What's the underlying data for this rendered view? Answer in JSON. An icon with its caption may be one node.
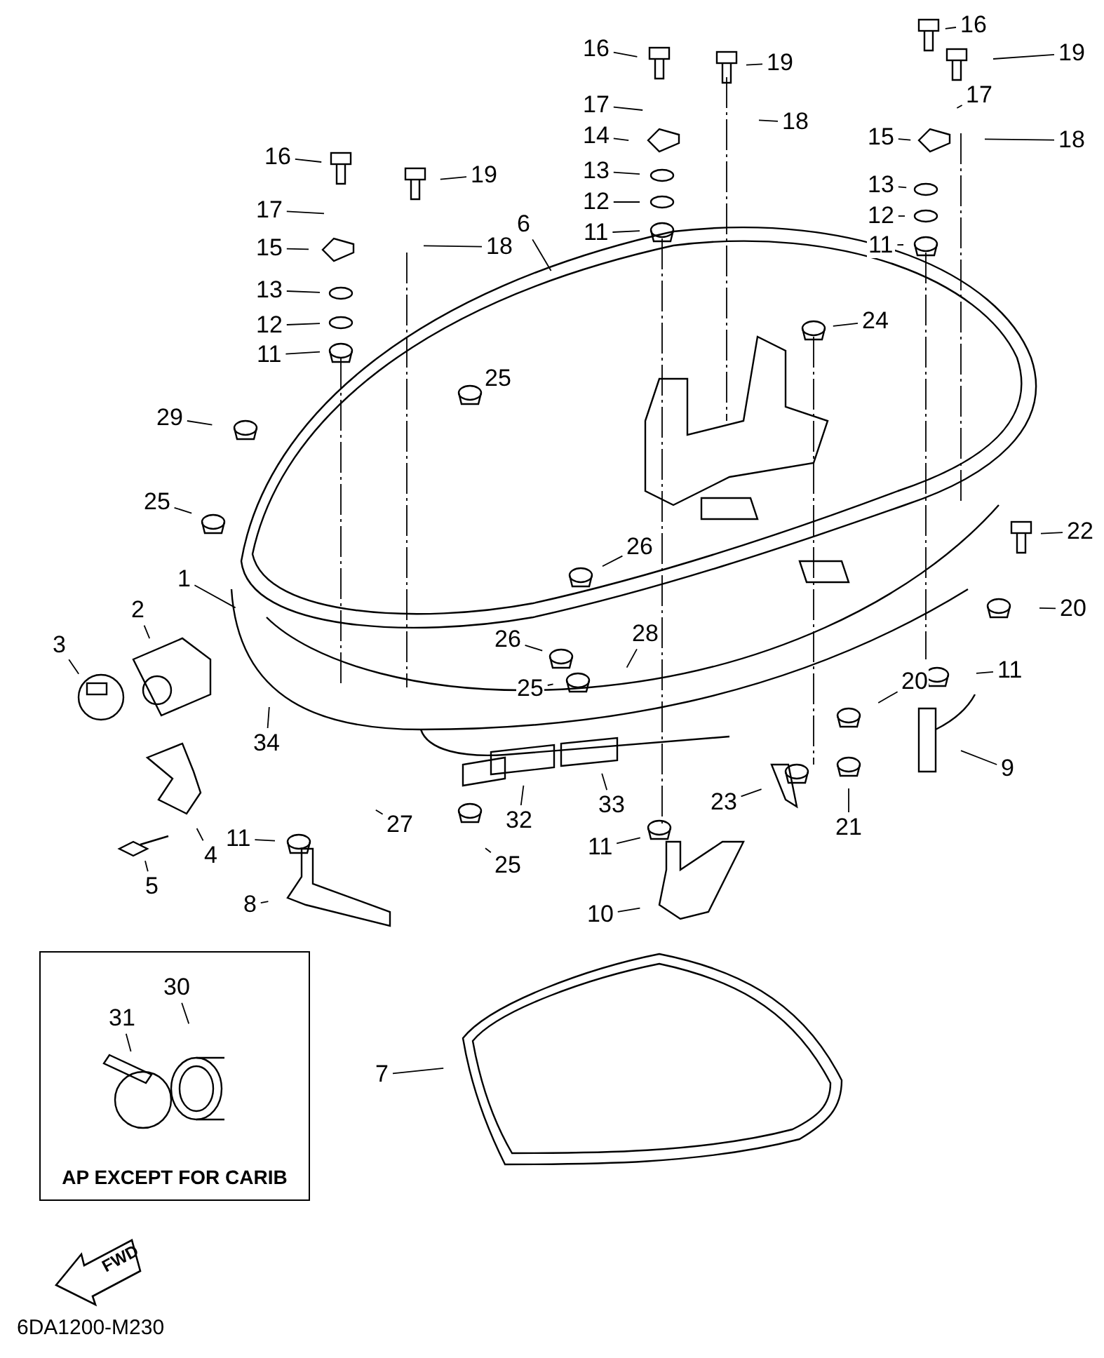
{
  "diagram": {
    "nodes": [
      {
        "text": [
          "16"
        ]
      },
      {
        "text": [
          "19"
        ]
      },
      {
        "text": [
          "17"
        ]
      },
      {
        "text": [
          "18"
        ]
      },
      {
        "text": [
          "14"
        ]
      },
      {
        "text": [
          "13"
        ]
      },
      {
        "text": [
          "12"
        ]
      },
      {
        "text": [
          "11"
        ]
      },
      {
        "text": [
          "16"
        ]
      },
      {
        "text": [
          "19"
        ]
      },
      {
        "text": [
          "17"
        ]
      },
      {
        "text": [
          "18"
        ]
      },
      {
        "text": [
          "15"
        ]
      },
      {
        "text": [
          "13"
        ]
      },
      {
        "text": [
          "12"
        ]
      },
      {
        "text": [
          "11"
        ]
      },
      {
        "text": [
          "16"
        ]
      },
      {
        "text": [
          "19"
        ]
      },
      {
        "text": [
          "17"
        ]
      },
      {
        "text": [
          "15"
        ]
      },
      {
        "text": [
          "18"
        ]
      },
      {
        "text": [
          "13"
        ]
      },
      {
        "text": [
          "12"
        ]
      },
      {
        "text": [
          "11"
        ]
      },
      {
        "text": [
          "6"
        ]
      },
      {
        "text": [
          "24"
        ]
      },
      {
        "text": [
          "25"
        ]
      },
      {
        "text": [
          "29"
        ]
      },
      {
        "text": [
          "25"
        ]
      },
      {
        "text": [
          "22"
        ]
      },
      {
        "text": [
          "26"
        ]
      },
      {
        "text": [
          "1"
        ]
      },
      {
        "text": [
          "20"
        ]
      },
      {
        "text": [
          "2"
        ]
      },
      {
        "text": [
          "26"
        ]
      },
      {
        "text": [
          "28"
        ]
      },
      {
        "text": [
          "3"
        ]
      },
      {
        "text": [
          "11"
        ]
      },
      {
        "text": [
          "25"
        ]
      },
      {
        "text": [
          "20"
        ]
      },
      {
        "text": [
          "34"
        ]
      },
      {
        "text": [
          "9"
        ]
      },
      {
        "text": [
          "23"
        ]
      },
      {
        "text": [
          "21"
        ]
      },
      {
        "text": [
          "32"
        ]
      },
      {
        "text": [
          "33"
        ]
      },
      {
        "text": [
          "27"
        ]
      },
      {
        "text": [
          "11"
        ]
      },
      {
        "text": [
          "4"
        ]
      },
      {
        "text": [
          "11"
        ]
      },
      {
        "text": [
          "5"
        ]
      },
      {
        "text": [
          "25"
        ]
      },
      {
        "text": [
          "8"
        ]
      },
      {
        "text": [
          "10"
        ]
      },
      {
        "text": [
          "AP EXCEPT FOR CARIB"
        ]
      },
      {
        "text": [
          "30"
        ],
        "in": 54
      },
      {
        "text": [
          "31"
        ],
        "in": 54
      },
      {
        "text": [
          "7"
        ]
      },
      {
        "text": [
          "FWD"
        ]
      }
    ],
    "edges": [
      {
        "from": 0,
        "to": null,
        "arrow": "none"
      },
      {
        "from": 1,
        "to": null,
        "arrow": "none"
      },
      {
        "from": 2,
        "to": null,
        "arrow": "none"
      },
      {
        "from": 3,
        "to": null,
        "arrow": "none"
      },
      {
        "from": 4,
        "to": null,
        "arrow": "none"
      },
      {
        "from": 5,
        "to": null,
        "arrow": "none"
      },
      {
        "from": 6,
        "to": null,
        "arrow": "none"
      },
      {
        "from": 7,
        "to": null,
        "arrow": "none"
      },
      {
        "from": 8,
        "to": null,
        "arrow": "none"
      },
      {
        "from": 9,
        "to": null,
        "arrow": "none"
      },
      {
        "from": 10,
        "to": null,
        "arrow": "none"
      },
      {
        "from": 11,
        "to": null,
        "arrow": "none"
      },
      {
        "from": 12,
        "to": null,
        "arrow": "none"
      },
      {
        "from": 13,
        "to": null,
        "arrow": "none"
      },
      {
        "from": 14,
        "to": null,
        "arrow": "none"
      },
      {
        "from": 15,
        "to": null,
        "arrow": "none"
      },
      {
        "from": 16,
        "to": null,
        "arrow": "none"
      },
      {
        "from": 17,
        "to": null,
        "arrow": "none"
      },
      {
        "from": 18,
        "to": null,
        "arrow": "none"
      },
      {
        "from": 19,
        "to": null,
        "arrow": "none"
      },
      {
        "from": 20,
        "to": null,
        "arrow": "none"
      },
      {
        "from": 21,
        "to": null,
        "arrow": "none"
      },
      {
        "from": 22,
        "to": null,
        "arrow": "none"
      },
      {
        "from": 23,
        "to": null,
        "arrow": "none"
      },
      {
        "from": 24,
        "to": null,
        "arrow": "none"
      },
      {
        "from": 25,
        "to": null,
        "arrow": "none"
      },
      {
        "from": 26,
        "to": null,
        "arrow": "none"
      },
      {
        "from": 27,
        "to": null,
        "arrow": "none"
      },
      {
        "from": 28,
        "to": null,
        "arrow": "none"
      },
      {
        "from": 29,
        "to": null,
        "arrow": "none"
      },
      {
        "from": 30,
        "to": null,
        "arrow": "none"
      },
      {
        "from": 31,
        "to": null,
        "arrow": "none"
      },
      {
        "from": 32,
        "to": null,
        "arrow": "none"
      },
      {
        "from": 33,
        "to": null,
        "arrow": "none"
      },
      {
        "from": 34,
        "to": null,
        "arrow": "none"
      },
      {
        "from": 35,
        "to": null,
        "arrow": "none"
      },
      {
        "from": 36,
        "to": null,
        "arrow": "none"
      },
      {
        "from": 37,
        "to": null,
        "arrow": "none"
      },
      {
        "from": 38,
        "to": null,
        "arrow": "none"
      },
      {
        "from": 39,
        "to": null,
        "arrow": "none"
      },
      {
        "from": 40,
        "to": null,
        "arrow": "none"
      },
      {
        "from": 41,
        "to": null,
        "arrow": "none"
      },
      {
        "from": 42,
        "to": null,
        "arrow": "none"
      },
      {
        "from": 43,
        "to": null,
        "arrow": "none"
      },
      {
        "from": 44,
        "to": null,
        "arrow": "none"
      },
      {
        "from": 45,
        "to": null,
        "arrow": "none"
      },
      {
        "from": 46,
        "to": null,
        "arrow": "none"
      },
      {
        "from": 47,
        "to": null,
        "arrow": "none"
      },
      {
        "from": 48,
        "to": null,
        "arrow": "none"
      },
      {
        "from": 49,
        "to": null,
        "arrow": "none"
      },
      {
        "from": 50,
        "to": null,
        "arrow": "none"
      },
      {
        "from": 51,
        "to": null,
        "arrow": "none"
      },
      {
        "from": 52,
        "to": null,
        "arrow": "none"
      },
      {
        "from": 53,
        "to": null,
        "arrow": "none"
      },
      {
        "from": 55,
        "to": null,
        "arrow": "none"
      },
      {
        "from": 56,
        "to": null,
        "arrow": "none"
      },
      {
        "from": 57,
        "to": null,
        "arrow": "none"
      }
    ],
    "labels": [
      "6DA1200-M230"
    ]
  }
}
